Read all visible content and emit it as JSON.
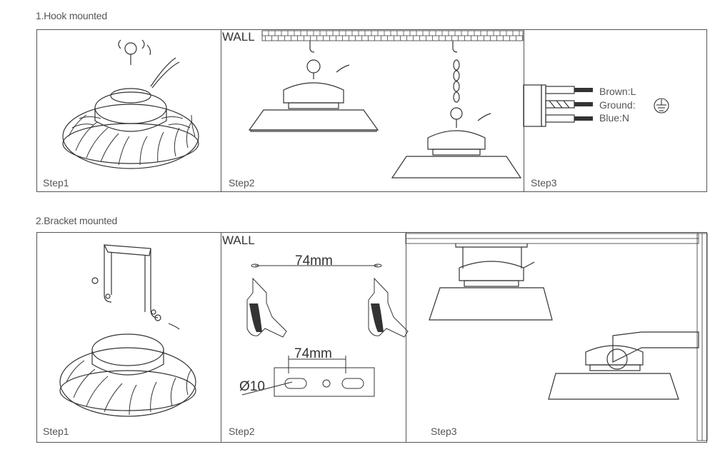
{
  "sections": {
    "hook": {
      "title": "1.Hook mounted",
      "step1": "Step1",
      "step2": "Step2",
      "step3": "Step3",
      "wall": "WALL",
      "wires": {
        "brown": "Brown:L",
        "ground": "Ground:",
        "blue": "Blue:N"
      }
    },
    "bracket": {
      "title": "2.Bracket mounted",
      "step1": "Step1",
      "step2": "Step2",
      "step3": "Step3",
      "wall": "WALL",
      "dim_top": "74mm",
      "dim_bottom": "74mm",
      "hole": "Ø10"
    }
  },
  "colors": {
    "line": "#333333",
    "frame": "#555555",
    "text": "#555555"
  }
}
